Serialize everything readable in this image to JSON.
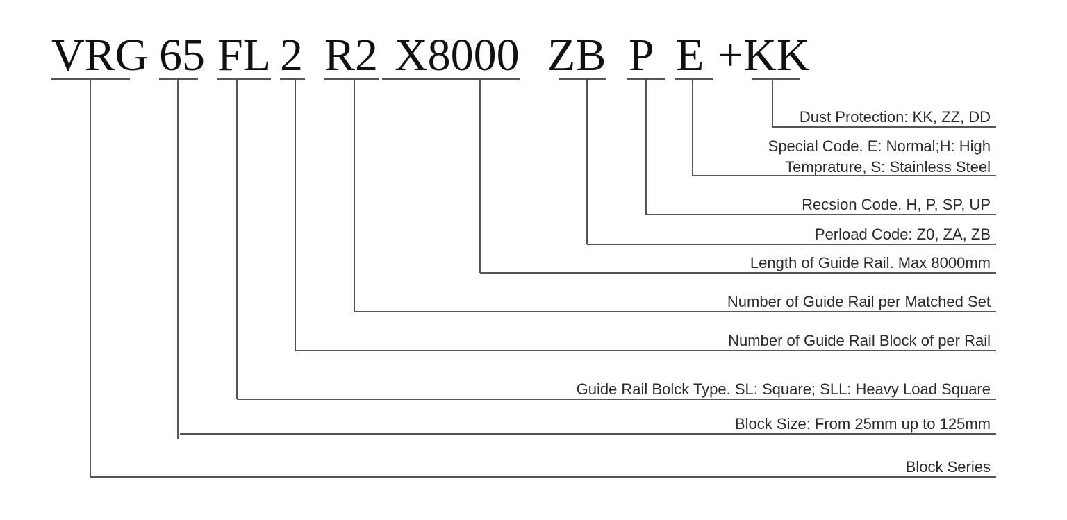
{
  "diagram": {
    "title": "Linear guide part number breakdown",
    "line_color": "#555555",
    "segments": [
      {
        "code": "VRG",
        "label_lines": [
          "Block Series"
        ]
      },
      {
        "code": "65",
        "label_lines": [
          "Block Size: From 25mm up to 125mm"
        ]
      },
      {
        "code": "FL",
        "label_lines": [
          "Guide Rail Bolck Type. SL: Square; SLL: Heavy Load  Square"
        ]
      },
      {
        "code": "2",
        "label_lines": [
          "Number of Guide Rail Block of per Rail"
        ]
      },
      {
        "code": "R2",
        "label_lines": [
          "Number of Guide Rail per Matched Set"
        ]
      },
      {
        "code": "X8000",
        "label_lines": [
          "Length of Guide Rail. Max 8000mm"
        ]
      },
      {
        "code": "ZB",
        "label_lines": [
          "Perload Code: Z0, ZA, ZB"
        ]
      },
      {
        "code": "P",
        "label_lines": [
          "Recsion Code. H, P, SP, UP"
        ]
      },
      {
        "code": "E",
        "label_lines": [
          "Special Code. E: Normal;H: High",
          "Temprature, S: Stainless Steel"
        ]
      },
      {
        "code": "+KK",
        "label_lines": [
          "Dust Protection: KK, ZZ, DD"
        ]
      }
    ]
  }
}
